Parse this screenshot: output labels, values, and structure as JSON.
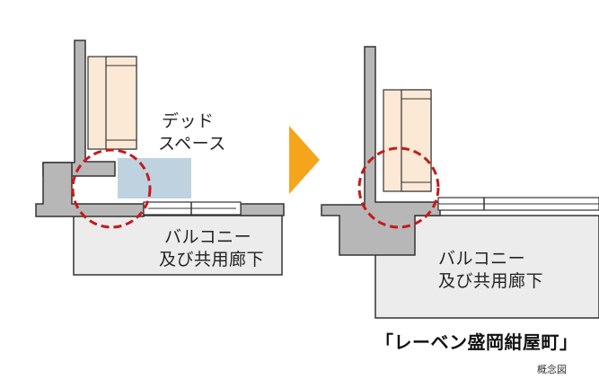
{
  "left_diagram": {
    "dead_space_line1": "デッド",
    "dead_space_line2": "スペース",
    "area_line1": "バルコニー",
    "area_line2": "及び共用廊下"
  },
  "right_diagram": {
    "area_line1": "バルコニー",
    "area_line2": "及び共用廊下",
    "caption": "「レーベン盛岡紺屋町」"
  },
  "footnote": "概念図",
  "colors": {
    "wall": "#b7b7b7",
    "slab": "#ececec",
    "furniture": "#fbe9d6",
    "dead_space": "#bfd2e0",
    "highlight_circle": "#c41b1b",
    "arrow": "#f4a51c"
  }
}
